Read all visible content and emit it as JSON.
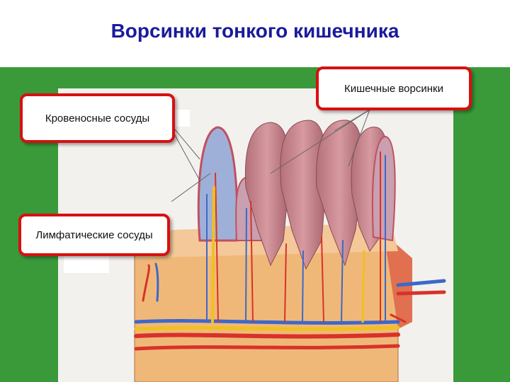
{
  "title": "Ворсинки тонкого кишечника",
  "labels": {
    "villi": "Кишечные ворсинки",
    "blood_vessels": "Кровеносные сосуды",
    "lymph_vessels": "Лимфатические сосуды"
  },
  "colors": {
    "background": "#3a9a3a",
    "title": "#1a1a9c",
    "callout_border": "#d81010",
    "villus": "#c9848a",
    "artery": "#d8322a",
    "vein": "#3e68c8",
    "lymph": "#f0c020",
    "tissue": "#f0b878"
  }
}
